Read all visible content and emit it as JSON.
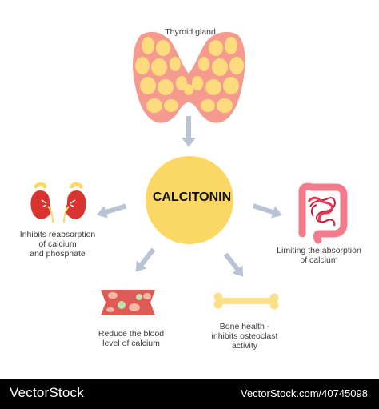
{
  "center": {
    "label": "CALCITONIN"
  },
  "nodes": {
    "thyroid": "Thyroid gland",
    "kidneys": [
      "Inhibits reabsorption",
      "of calcium",
      "and phosphate"
    ],
    "intestine": [
      "Limiting the absorption",
      "of calcium"
    ],
    "blood": [
      "Reduce the blood",
      "level of calcium"
    ],
    "bone": [
      "Bone health -",
      "inhibits osteoclast",
      "activity"
    ]
  },
  "footer": {
    "brand": "VectorStock",
    "url": "VectorStock.com/40745098"
  },
  "colors": {
    "circle": "#fbd866",
    "thyroid_fill": "#f49a8e",
    "thyroid_cells": "#fcdc7c",
    "arrow": "#b8c4d6",
    "blood_vessel": "#e05a55",
    "bone": "#fbe08a",
    "kidney": "#d9342f"
  }
}
